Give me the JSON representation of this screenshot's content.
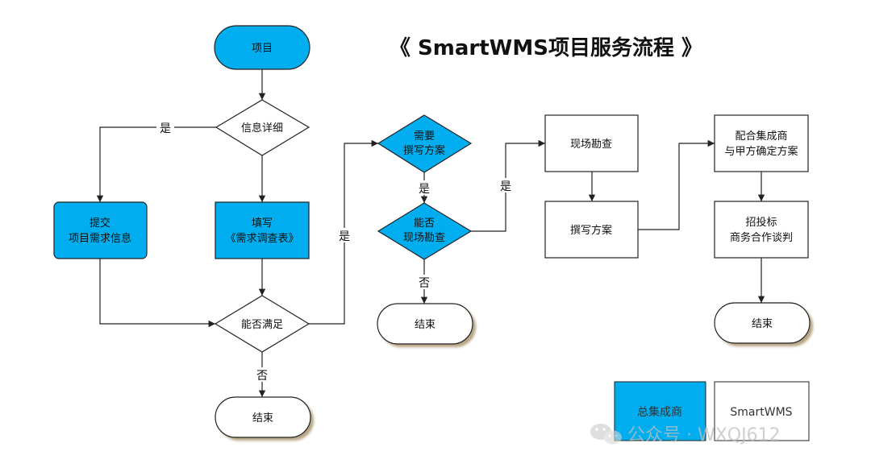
{
  "title": "《 SmartWMS项目服务流程 》",
  "colors": {
    "blue": "#00aeef",
    "stroke": "#222222",
    "white": "#ffffff",
    "shadow": "#7a5a1a"
  },
  "nodes": {
    "start": "项目",
    "info_detail": "信息详细",
    "submit": [
      "提交",
      "项目需求信息"
    ],
    "fill": [
      "填写",
      "《需求调查表》"
    ],
    "can_satisfy": "能否满足",
    "end1": "结束",
    "need_plan": [
      "需要",
      "撰写方案"
    ],
    "can_survey": [
      "能否",
      "现场勘查"
    ],
    "end2": "结束",
    "site_survey": "现场勘查",
    "write_plan": "撰写方案",
    "cooperate": [
      "配合集成商",
      "与甲方确定方案"
    ],
    "bidding": [
      "招投标",
      "商务合作谈判"
    ],
    "end3": "结束"
  },
  "edge_labels": {
    "yes1": "是",
    "no1": "否",
    "yes2": "是",
    "yes3": "是",
    "yes4": "是",
    "no2": "否"
  },
  "legend": {
    "integrator": "总集成商",
    "smartwms": "SmartWMS"
  },
  "watermark": "公众号 · WXQJ612"
}
